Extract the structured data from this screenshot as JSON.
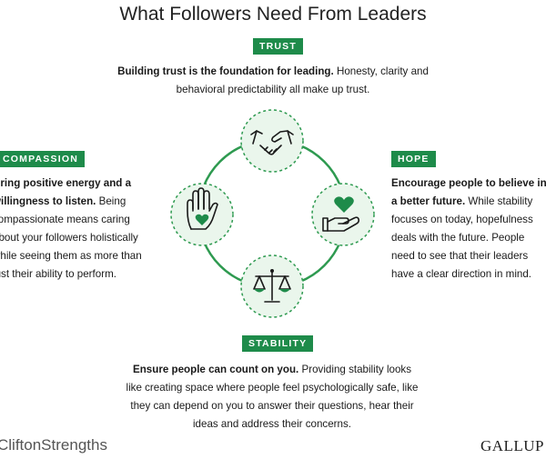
{
  "title": "What Followers Need From Leaders",
  "colors": {
    "accent": "#1e8b4a",
    "circle_fill": "#eaf6ec",
    "ring": "#2e9a50"
  },
  "sections": {
    "trust": {
      "tag": "TRUST",
      "bold": "Building trust is the foundation for leading.",
      "text": "Honesty, clarity and behavioral predictability all make up trust.",
      "icon": "handshake-icon"
    },
    "compassion": {
      "tag": "COMPASSION",
      "bold": "Bring positive energy and a willingness to listen.",
      "text": "Being compassionate means caring about your followers holistically while seeing them as more than just their ability to perform.",
      "icon": "hand-heart-icon"
    },
    "hope": {
      "tag": "HOPE",
      "bold": "Encourage people to believe in a better future.",
      "text": "While stability focuses on today, hopefulness deals with the future. People need to see that their leaders have a clear direction in mind.",
      "icon": "heart-in-hand-icon"
    },
    "stability": {
      "tag": "STABILITY",
      "bold": "Ensure people can count on you.",
      "text": "Providing stability looks like creating space where people feel psychologically safe, like they can depend on you to answer their questions, hear their ideas and address their concerns.",
      "icon": "scales-icon"
    }
  },
  "footer": {
    "left_logo": "CliftonStrengths",
    "right_logo": "GALLUP"
  }
}
